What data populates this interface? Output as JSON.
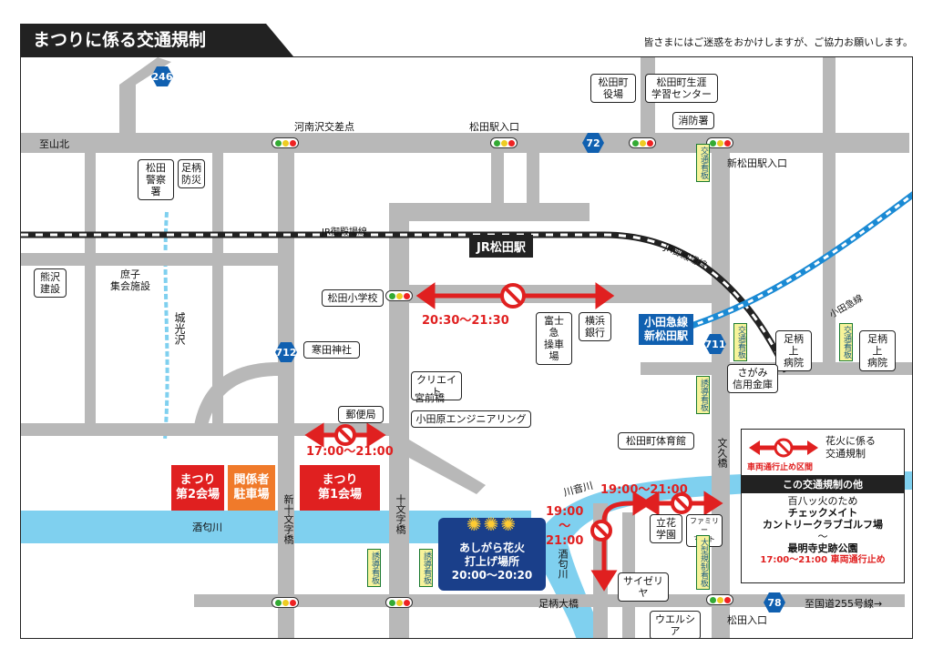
{
  "header": {
    "title": "まつりに係る交通規制",
    "note": "皆さまにはご迷惑をおかけしますが、ご協力お願いします。"
  },
  "routes": {
    "r246": "246",
    "r712": "712",
    "r72": "72",
    "r711": "711",
    "r78": "78"
  },
  "roads": {
    "shiyamakita": "至山北",
    "konanzawa": "河南沢交差点",
    "matsuda_eki_iriguchi": "松田駅入口",
    "shin_matsuda_iriguchi": "新松田駅入口",
    "jr_line_left": "JR御殿場線",
    "jr_line_right": "JR御殿場線",
    "odakyu_line": "小田急線",
    "kokudo255": "至国道255号線→",
    "matsuda_iriguchi_bottom": "松田入口"
  },
  "places": {
    "matsuda_police": "松田\n警察署",
    "ashigara_bosai": "足柄\n防災",
    "kumazawa": "熊沢\n建設",
    "shoshi": "庶子\n集会施設",
    "matsuda_town_office": "松田町\n役場",
    "learning_center": "松田町生涯\n学習センター",
    "fire_station": "消防署",
    "jr_station": "JR松田駅",
    "elementary": "松田小学校",
    "fujikyu": "富士急\n操車場",
    "yokohama_bank": "横浜\n銀行",
    "odakyu_station": "小田急線\n新松田駅",
    "kanda_shrine": "寒田神社",
    "create": "クリエイト",
    "miyamae_bridge": "宮前橋",
    "post": "郵便局",
    "odawara_eng": "小田原エンジニアリング",
    "ashigarakami_hospital1": "足柄上\n病院",
    "ashigarakami_hospital2": "足柄上\n病院",
    "sagami_bank": "さがみ\n信用金庫",
    "gym": "松田町体育館",
    "tachibana": "立花\n学園",
    "familymart": "ファミリー\nマート",
    "saizeriya": "サイゼリヤ",
    "welcia": "ウエルシア",
    "venue2": "まつり\n第2会場",
    "parking": "関係者\n駐車場",
    "venue1": "まつり\n第1会場"
  },
  "rivers": {
    "sakawa": "酒匂川",
    "kawaoto": "川音川",
    "sakawa2": "酒匂川",
    "shiromitsuzawa": "城光沢"
  },
  "bridges": {
    "shinjumonji": "新十文字橋",
    "jumonji": "十文字橋",
    "ashigara_ohashi": "足柄大橋",
    "bunkyu": "文久橋"
  },
  "signs": {
    "kotsu1": "交通看板",
    "kotsu2": "交通看板",
    "kotsu3": "交通看板",
    "yudo1": "誘導看板",
    "yudo2": "誘導看板",
    "yudo3": "誘導看板",
    "large_sign": "大型規制看板"
  },
  "times": {
    "t1": "20:30〜21:30",
    "t2": "17:00〜21:00",
    "t3": "19:00〜21:00",
    "t4": "19:00\n〜\n21:00"
  },
  "fireworks": {
    "line1": "あしがら花火",
    "line2": "打上げ場所",
    "time": "20:00〜20:20"
  },
  "legend": {
    "item": "花火に係る\n交通規制",
    "closure": "車両通行止め区間",
    "other_header": "この交通規制の他",
    "reason": "百八ッ火のため",
    "route1": "チェックメイト\nカントリークラブゴルフ場",
    "tilde": "〜",
    "route2": "最明寺史跡公園",
    "time": "17:00〜21:00 車両通行止め"
  },
  "colors": {
    "road": "#b8b8b8",
    "river": "#7fd0ef",
    "restriction": "#e02020",
    "route_sign": "#1060b0",
    "odakyu": "#1a8ad4"
  }
}
